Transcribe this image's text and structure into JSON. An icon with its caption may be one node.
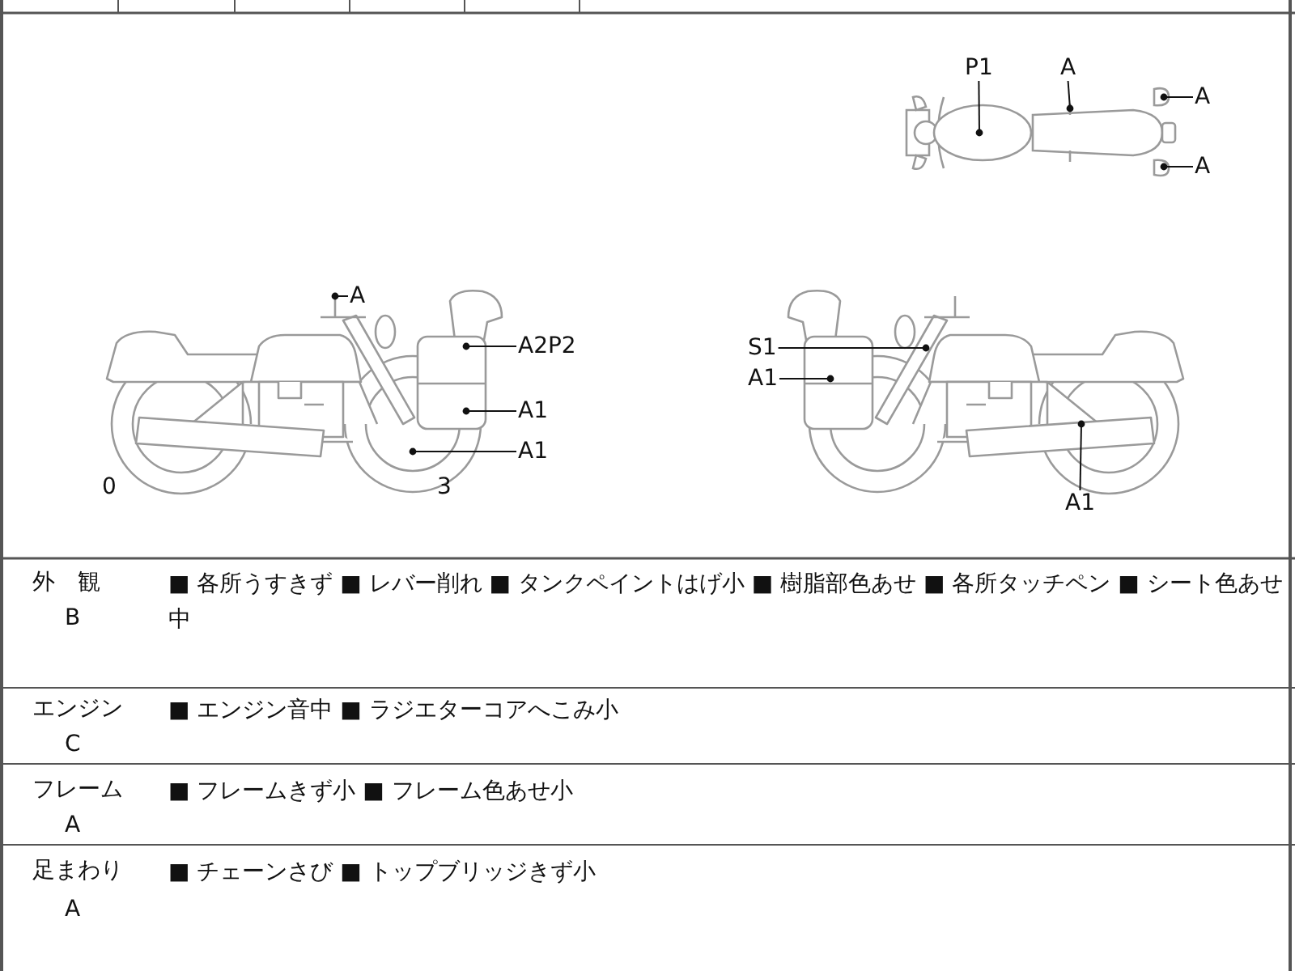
{
  "diagram": {
    "nodes": [
      {
        "text": [
          "P1"
        ]
      },
      {
        "text": [
          "A"
        ]
      },
      {
        "text": [
          "A"
        ]
      },
      {
        "text": [
          "A"
        ]
      },
      {
        "text": [
          "A"
        ]
      },
      {
        "text": [
          "A2P2"
        ]
      },
      {
        "text": [
          "S1"
        ]
      },
      {
        "text": [
          "A1"
        ]
      },
      {
        "text": [
          "A1"
        ]
      },
      {
        "text": [
          "A1"
        ]
      },
      {
        "text": [
          "A1"
        ]
      },
      {
        "text": [],
        "shape": "picture"
      },
      {
        "text": [],
        "shape": "picture"
      },
      {
        "text": [],
        "shape": "picture"
      }
    ],
    "edges": [
      {
        "from": 0,
        "to": 13,
        "arrow": "other"
      },
      {
        "from": 1,
        "to": 13,
        "arrow": "other"
      },
      {
        "from": 2,
        "to": 13,
        "arrow": "other"
      },
      {
        "from": 3,
        "to": 13,
        "arrow": "other"
      },
      {
        "from": 4,
        "to": 11,
        "arrow": "other"
      },
      {
        "from": 5,
        "to": 11,
        "arrow": "other"
      },
      {
        "from": 6,
        "to": 12,
        "arrow": "other"
      },
      {
        "from": 7,
        "to": 12,
        "arrow": "other"
      },
      {
        "from": 8,
        "to": 11,
        "arrow": "other"
      },
      {
        "from": 9,
        "to": 11,
        "arrow": "other"
      },
      {
        "from": 10,
        "to": 12,
        "arrow": "other"
      }
    ],
    "labels": [
      "0",
      "3",
      "外　観",
      "■ 各所うすきず ■ レバー削れ ■ タンクペイントはげ小 ■ 樹脂部色あせ ■ 各所タッチペン ■ シート色あせ中",
      "B",
      "エンジン",
      "■ エンジン音中 ■ ラジエターコアへこみ小",
      "C",
      "フレーム",
      "■ フレームきず小 ■ フレーム色あせ小",
      "A",
      "足まわり",
      "■ チェーンさび ■ トップブリッジきず小",
      "A"
    ]
  }
}
